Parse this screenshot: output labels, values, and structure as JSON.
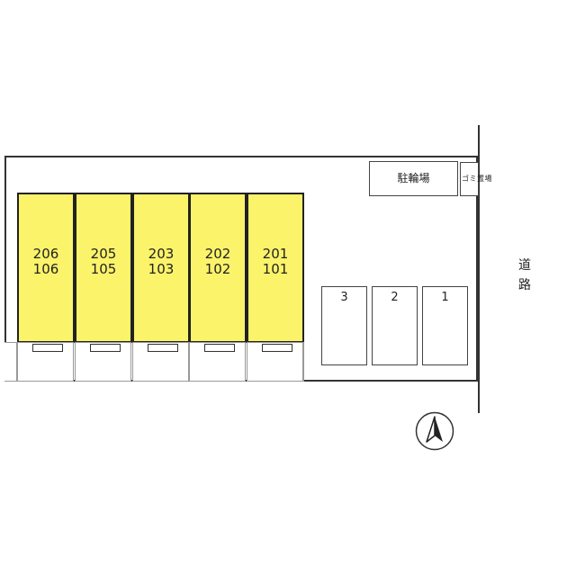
{
  "units": [
    {
      "upper": "206",
      "lower": "106"
    },
    {
      "upper": "205",
      "lower": "105"
    },
    {
      "upper": "203",
      "lower": "103"
    },
    {
      "upper": "202",
      "lower": "102"
    },
    {
      "upper": "201",
      "lower": "101"
    }
  ],
  "parking": [
    "3",
    "2",
    "1"
  ],
  "bicycle_parking": "駐輪場",
  "garbage": "ゴミ置場",
  "road": {
    "char1": "道",
    "char2": "路"
  },
  "colors": {
    "unit_fill": "#fbf36a",
    "line": "#333333"
  }
}
